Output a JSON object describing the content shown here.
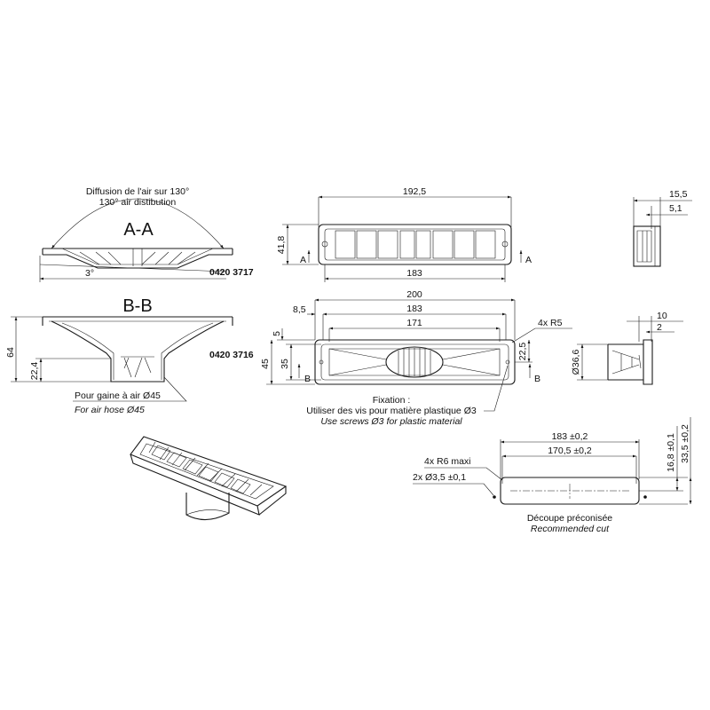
{
  "section_aa": {
    "title": "A-A",
    "note_fr": "Diffusion de l'air sur 130°",
    "note_en": "130° air distibution",
    "angle": "3°",
    "ref": "0420 3717"
  },
  "section_bb": {
    "title": "B-B",
    "height": "64",
    "collar_height": "22,4",
    "hose_fr": "Pour gaine à air Ø45",
    "hose_en": "For air hose Ø45",
    "ref": "0420 3716"
  },
  "top_view": {
    "width_overall": "192,5",
    "width_inner": "183",
    "height": "41,8",
    "section_mark": "A"
  },
  "front_view": {
    "width_overall": "200",
    "width_mid": "183",
    "width_inner": "171",
    "offset": "8,5",
    "edge": "5",
    "height_overall": "45",
    "height_inner": "35",
    "half_height": "22,5",
    "radius": "4x R5",
    "section_mark": "B",
    "fix_title": "Fixation :",
    "fix_fr": "Utiliser des vis pour matière plastique Ø3",
    "fix_en": "Use screws Ø3 for plastic material"
  },
  "side_view_a": {
    "depth": "15,5",
    "flange": "5,1"
  },
  "side_view_b": {
    "depth": "10",
    "flange": "2",
    "diameter": "Ø36,6"
  },
  "cutout": {
    "width": "183 ±0,2",
    "hole_spacing": "170,5 ±0,2",
    "radius": "4x R6 maxi",
    "holes": "2x Ø3,5 ±0,1",
    "half_height": "16,8 ±0,1",
    "height": "33,5 ±0,2",
    "label_fr": "Découpe préconisée",
    "label_en": "Recommended cut"
  }
}
